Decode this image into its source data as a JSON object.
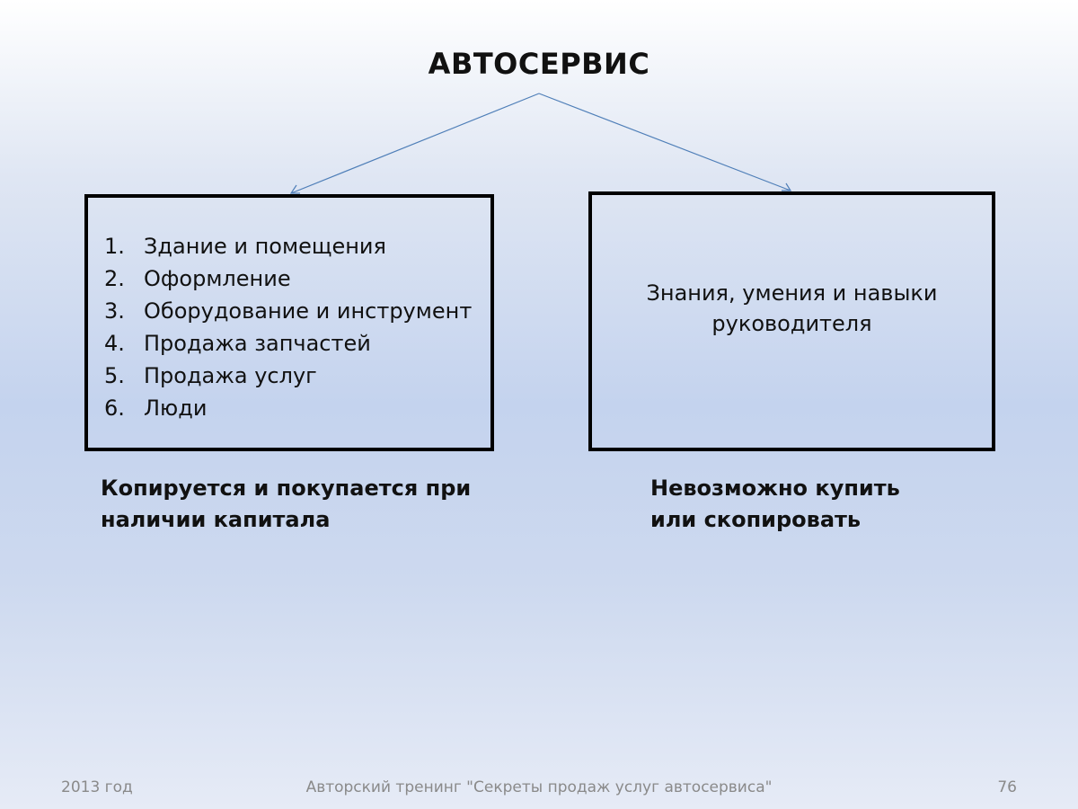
{
  "title": "АВТОСЕРВИС",
  "left_box": {
    "items": [
      {
        "num": "1.",
        "text": "Здание и помещения"
      },
      {
        "num": "2.",
        "text": "Оформление"
      },
      {
        "num": "3.",
        "text": "Оборудование и инструмент"
      },
      {
        "num": "4.",
        "text": "Продажа запчастей"
      },
      {
        "num": "5.",
        "text": "Продажа услуг"
      },
      {
        "num": "6.",
        "text": "Люди"
      }
    ]
  },
  "right_box": {
    "line1": "Знания, умения и навыки",
    "line2": "руководителя"
  },
  "captions": {
    "left_line1": "Копируется и покупается при",
    "left_line2": "наличии капитала",
    "right_line1": "Невозможно купить",
    "right_line2": "или скопировать"
  },
  "footer": {
    "left": "2013 год",
    "center": "Авторский тренинг \"Секреты продаж услуг автосервиса\"",
    "right": "76"
  },
  "colors": {
    "connector": "#4f7fb8",
    "box_border": "#000000"
  }
}
